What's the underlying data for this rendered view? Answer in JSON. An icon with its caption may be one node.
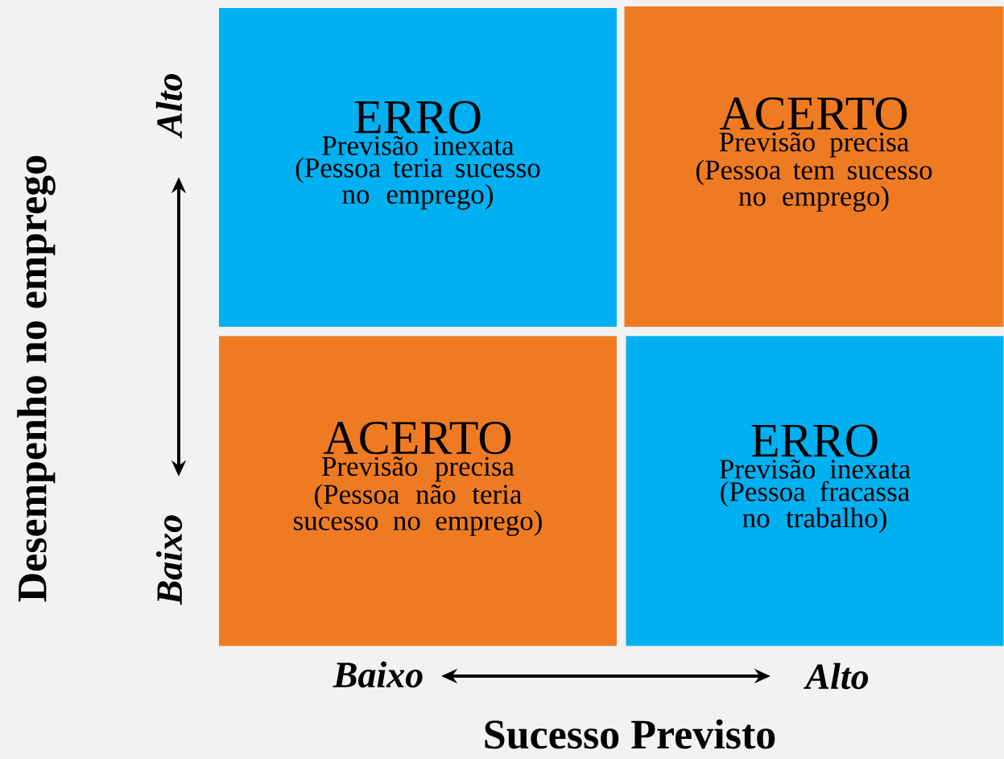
{
  "diagram": {
    "nodes": [
      {
        "text": [
          "ERRO",
          "Previsão inexata",
          "(Pessoa teria sucesso no emprego)"
        ]
      },
      {
        "text": [
          "ACERTO",
          "Previsão precisa",
          "(Pessoa tem sucesso no emprego)"
        ]
      },
      {
        "text": [
          "ACERTO",
          "Previsão precisa",
          "(Pessoa não teria sucesso no emprego)"
        ]
      },
      {
        "text": [
          "ERRO",
          "Previsão inexata",
          "(Pessoa fracassa no trabalho)"
        ]
      }
    ],
    "edges": [],
    "labels": [
      "Desempenho no emprego",
      "Alto",
      "Baixo",
      "Baixo",
      "Alto",
      "Sucesso Previsto"
    ]
  }
}
